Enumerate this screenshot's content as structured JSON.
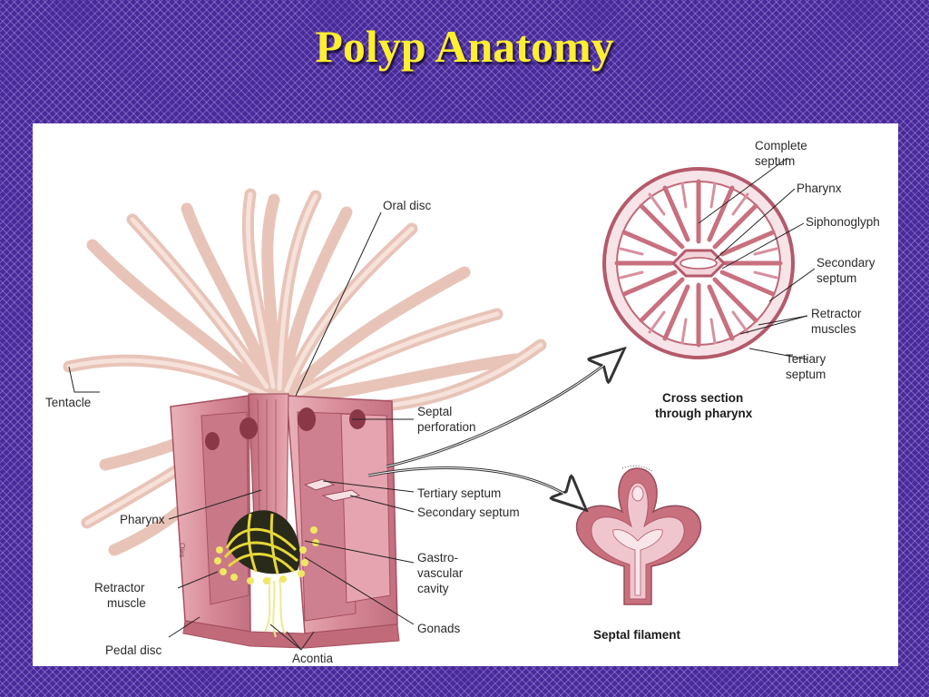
{
  "title": "Polyp Anatomy",
  "main_labels": {
    "oral_disc": "Oral disc",
    "tentacle": "Tentacle",
    "septal_perforation_1": "Septal",
    "septal_perforation_2": "perforation",
    "tertiary_septum": "Tertiary septum",
    "secondary_septum": "Secondary septum",
    "pharynx": "Pharynx",
    "gastrovascular_1": "Gastro-",
    "gastrovascular_2": "vascular",
    "gastrovascular_3": "cavity",
    "retractor_muscle_1": "Retractor",
    "retractor_muscle_2": "muscle",
    "gonads": "Gonads",
    "pedal_disc": "Pedal disc",
    "acontia": "Acontia",
    "artist_signature": "Oles"
  },
  "cross_section": {
    "complete_septum_1": "Complete",
    "complete_septum_2": "septum",
    "pharynx": "Pharynx",
    "siphonoglyph": "Siphonoglyph",
    "secondary_septum_1": "Secondary",
    "secondary_septum_2": "septum",
    "retractor_muscles_1": "Retractor",
    "retractor_muscles_2": "muscles",
    "tertiary_septum_1": "Tertiary",
    "tertiary_septum_2": "septum",
    "caption_1": "Cross section",
    "caption_2": "through pharynx"
  },
  "septal_filament": {
    "caption": "Septal filament"
  },
  "colors": {
    "body_pink": "#d88a98",
    "body_dark": "#b05a6a",
    "tentacle_cream": "#f2d6cc",
    "title_yellow": "#ffef2e"
  }
}
